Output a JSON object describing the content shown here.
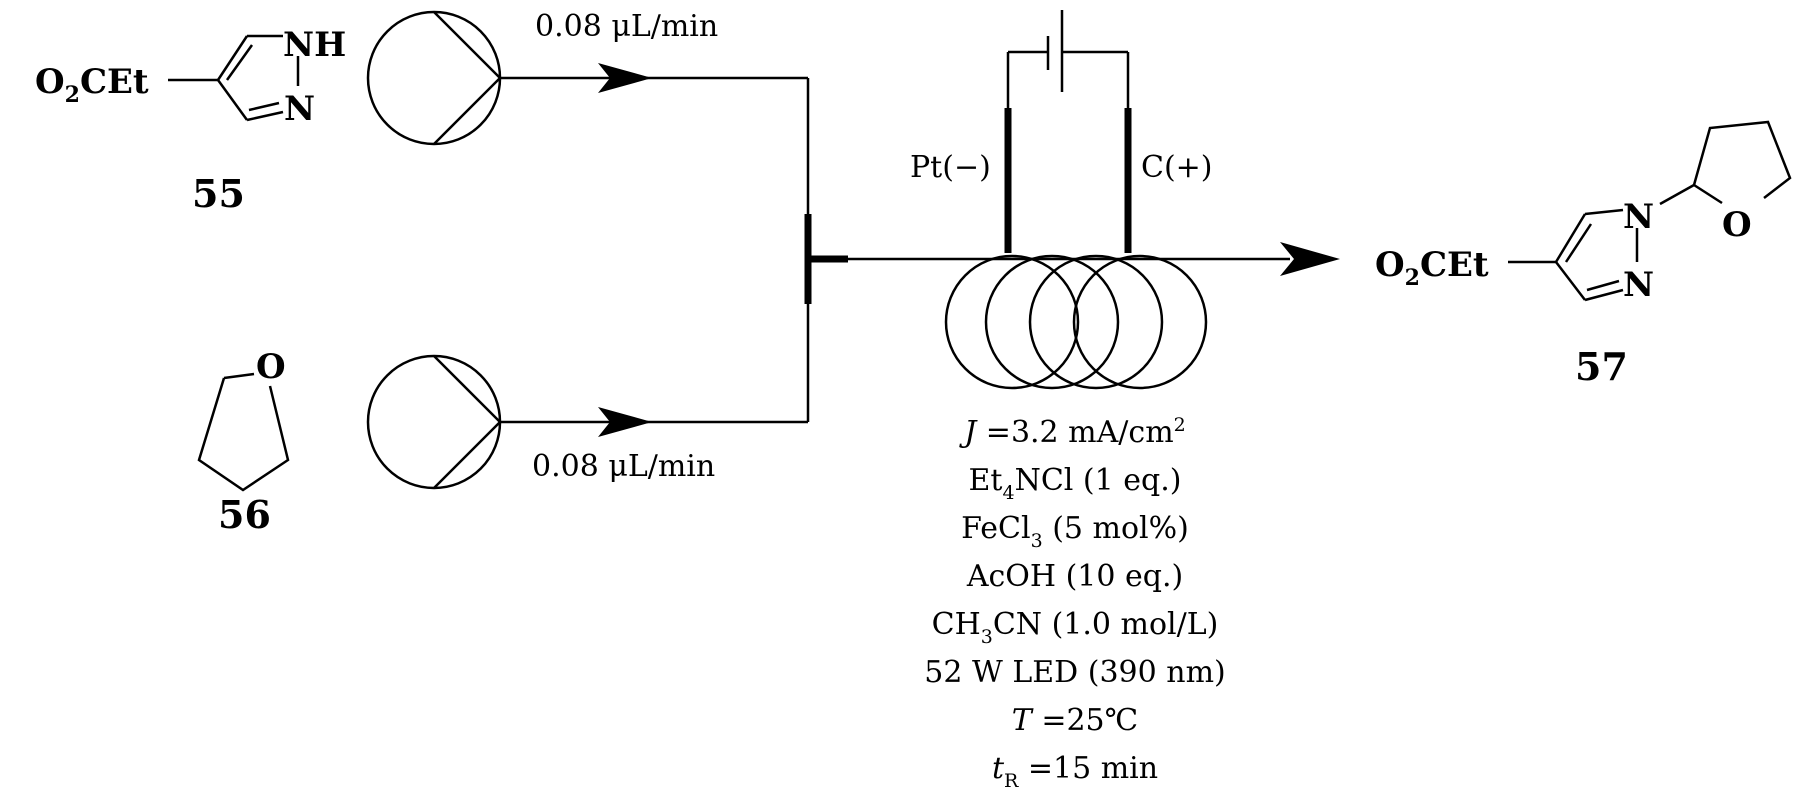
{
  "compounds": {
    "c55": {
      "number": "55",
      "substituent": "O",
      "substituent_sub": "2",
      "substituent_rest": "CEt",
      "atom_nh": "NH",
      "atom_n": "N"
    },
    "c56": {
      "number": "56",
      "atom_o": "O"
    },
    "c57": {
      "number": "57",
      "substituent": "O",
      "substituent_sub": "2",
      "substituent_rest": "CEt",
      "atom_n1": "N",
      "atom_n2": "N",
      "atom_o": "O"
    }
  },
  "flow_rates": {
    "top": "0.08 μL/min",
    "bottom": "0.08 μL/min"
  },
  "electrodes": {
    "cathode": "Pt(−)",
    "anode": "C(+)"
  },
  "conditions": {
    "current_density": {
      "sym": "J",
      "rest": " =3.2 mA/cm",
      "sup": "2"
    },
    "electrolyte": {
      "pre": "Et",
      "sub": "4",
      "post": "NCl (1 eq.)"
    },
    "catalyst": {
      "pre": "FeCl",
      "sub": "3",
      "post": " (5 mol%)"
    },
    "acid": "AcOH (10 eq.)",
    "solvent": {
      "pre": "CH",
      "sub": "3",
      "post": "CN (1.0 mol/L)"
    },
    "light": "52 W LED (390 nm)",
    "temperature": {
      "sym": "T",
      "rest": " =25℃"
    },
    "residence_time": {
      "sym": "t",
      "sub": "R",
      "rest": " =15 min"
    }
  }
}
